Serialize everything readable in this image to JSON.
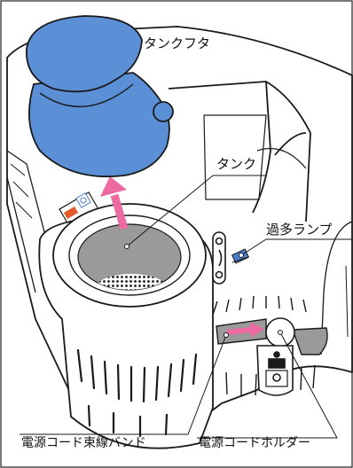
{
  "labels": {
    "tank_lid": "タンクフタ",
    "tank": "タンク",
    "overflow_lamp": "過多ランプ",
    "cord_band": "電源コード束線バンド",
    "cord_holder": "電源コードホルダー"
  },
  "colors": {
    "lid_blue": "#5b8fd6",
    "arrow_pink": "#ec6aa0",
    "outline": "#1a1a1a",
    "body_white": "#ffffff",
    "cord_band_gray": "#9a9a9a",
    "lamp_blue": "#4a7fd0",
    "sticker_red": "#e05a2a"
  },
  "icons": [
    "lift-arrow-icon",
    "slide-arrow-icon",
    "lamp-icon",
    "caution-sticker-icon"
  ]
}
